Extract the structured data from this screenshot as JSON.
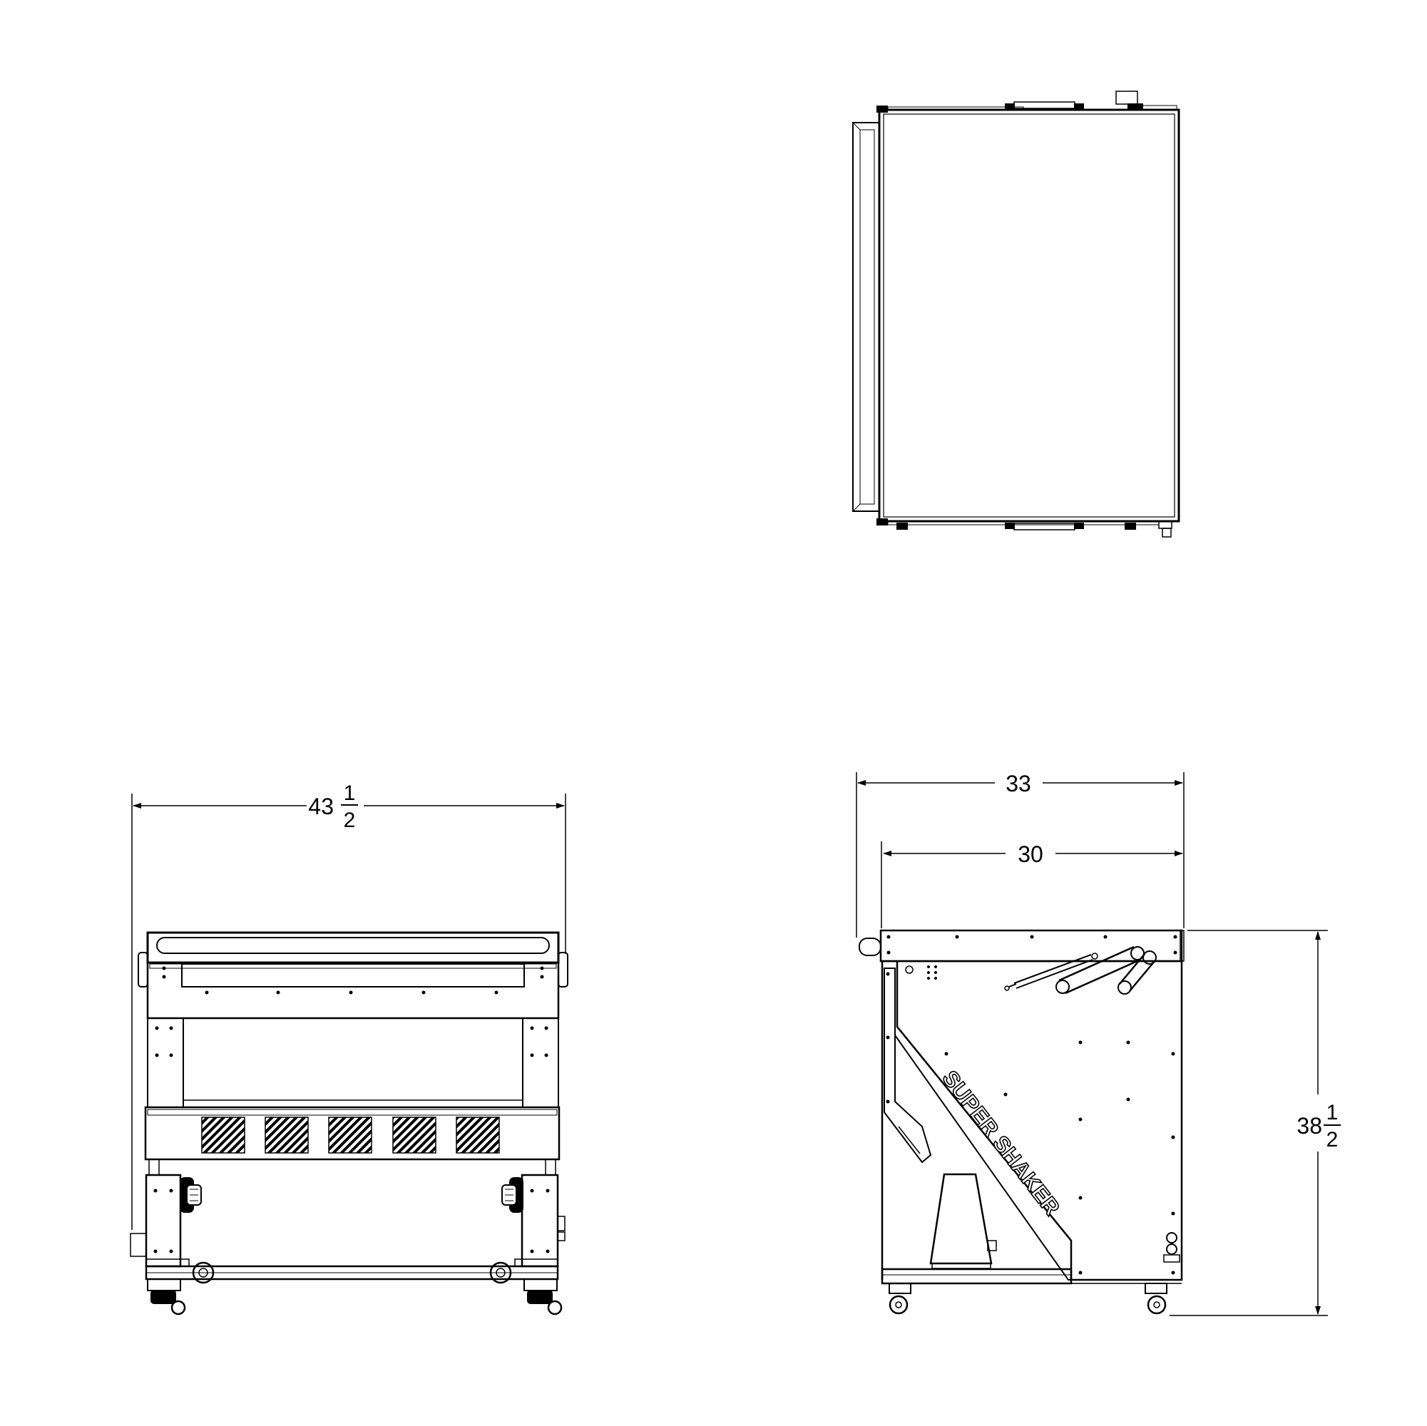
{
  "dimensions": {
    "overall_width": {
      "whole": "43",
      "numerator": "1",
      "denominator": "2"
    },
    "overall_depth": {
      "whole": "33"
    },
    "body_depth": {
      "whole": "30"
    },
    "overall_height": {
      "whole": "38",
      "numerator": "1",
      "denominator": "2"
    }
  },
  "side_view": {
    "logo_text": "SUPER SHAKER"
  },
  "colors": {
    "line": "#000000",
    "background": "#ffffff"
  }
}
